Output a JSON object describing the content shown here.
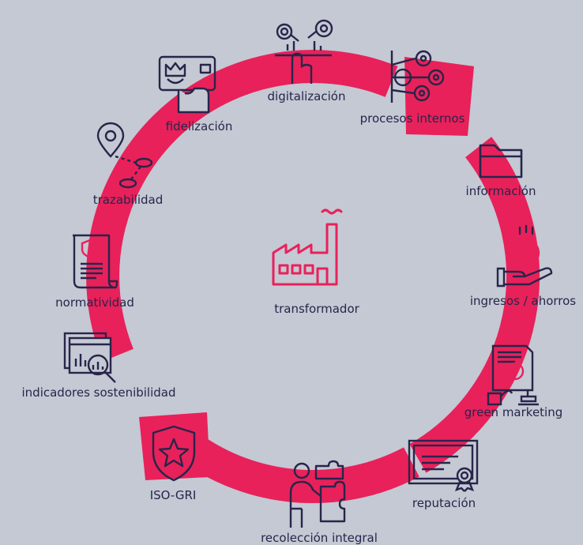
{
  "center": {
    "label": "transformador",
    "icon": "factory-icon"
  },
  "nodes": [
    {
      "id": "digitalizacion",
      "label": "digitalización",
      "icon": "digital-hand-gears-icon"
    },
    {
      "id": "procesos",
      "label": "procesos internos",
      "icon": "gears-network-icon"
    },
    {
      "id": "informacion",
      "label": "información",
      "icon": "folder-icon"
    },
    {
      "id": "ingresos",
      "label": "ingresos / ahorros",
      "icon": "coin-hand-icon"
    },
    {
      "id": "green",
      "label": "green marketing",
      "icon": "document-stamp-icon"
    },
    {
      "id": "reputacion",
      "label": "reputación",
      "icon": "certificate-icon"
    },
    {
      "id": "recoleccion",
      "label": "recolección integral",
      "icon": "puzzle-person-icon"
    },
    {
      "id": "iso",
      "label": "ISO-GRI",
      "icon": "star-badge-icon"
    },
    {
      "id": "indicadores",
      "label": "indicadores sostenibilidad",
      "icon": "analytics-magnifier-icon"
    },
    {
      "id": "normatividad",
      "label": "normatividad",
      "icon": "legal-scroll-icon"
    },
    {
      "id": "trazabilidad",
      "label": "trazabilidad",
      "icon": "map-pin-route-icon"
    },
    {
      "id": "fidelizacion",
      "label": "fidelización",
      "icon": "loyalty-card-icon"
    }
  ],
  "colors": {
    "background": "#c4c9d4",
    "ring": "#e8215a",
    "ink": "#28254a",
    "accent": "#e8215a"
  }
}
